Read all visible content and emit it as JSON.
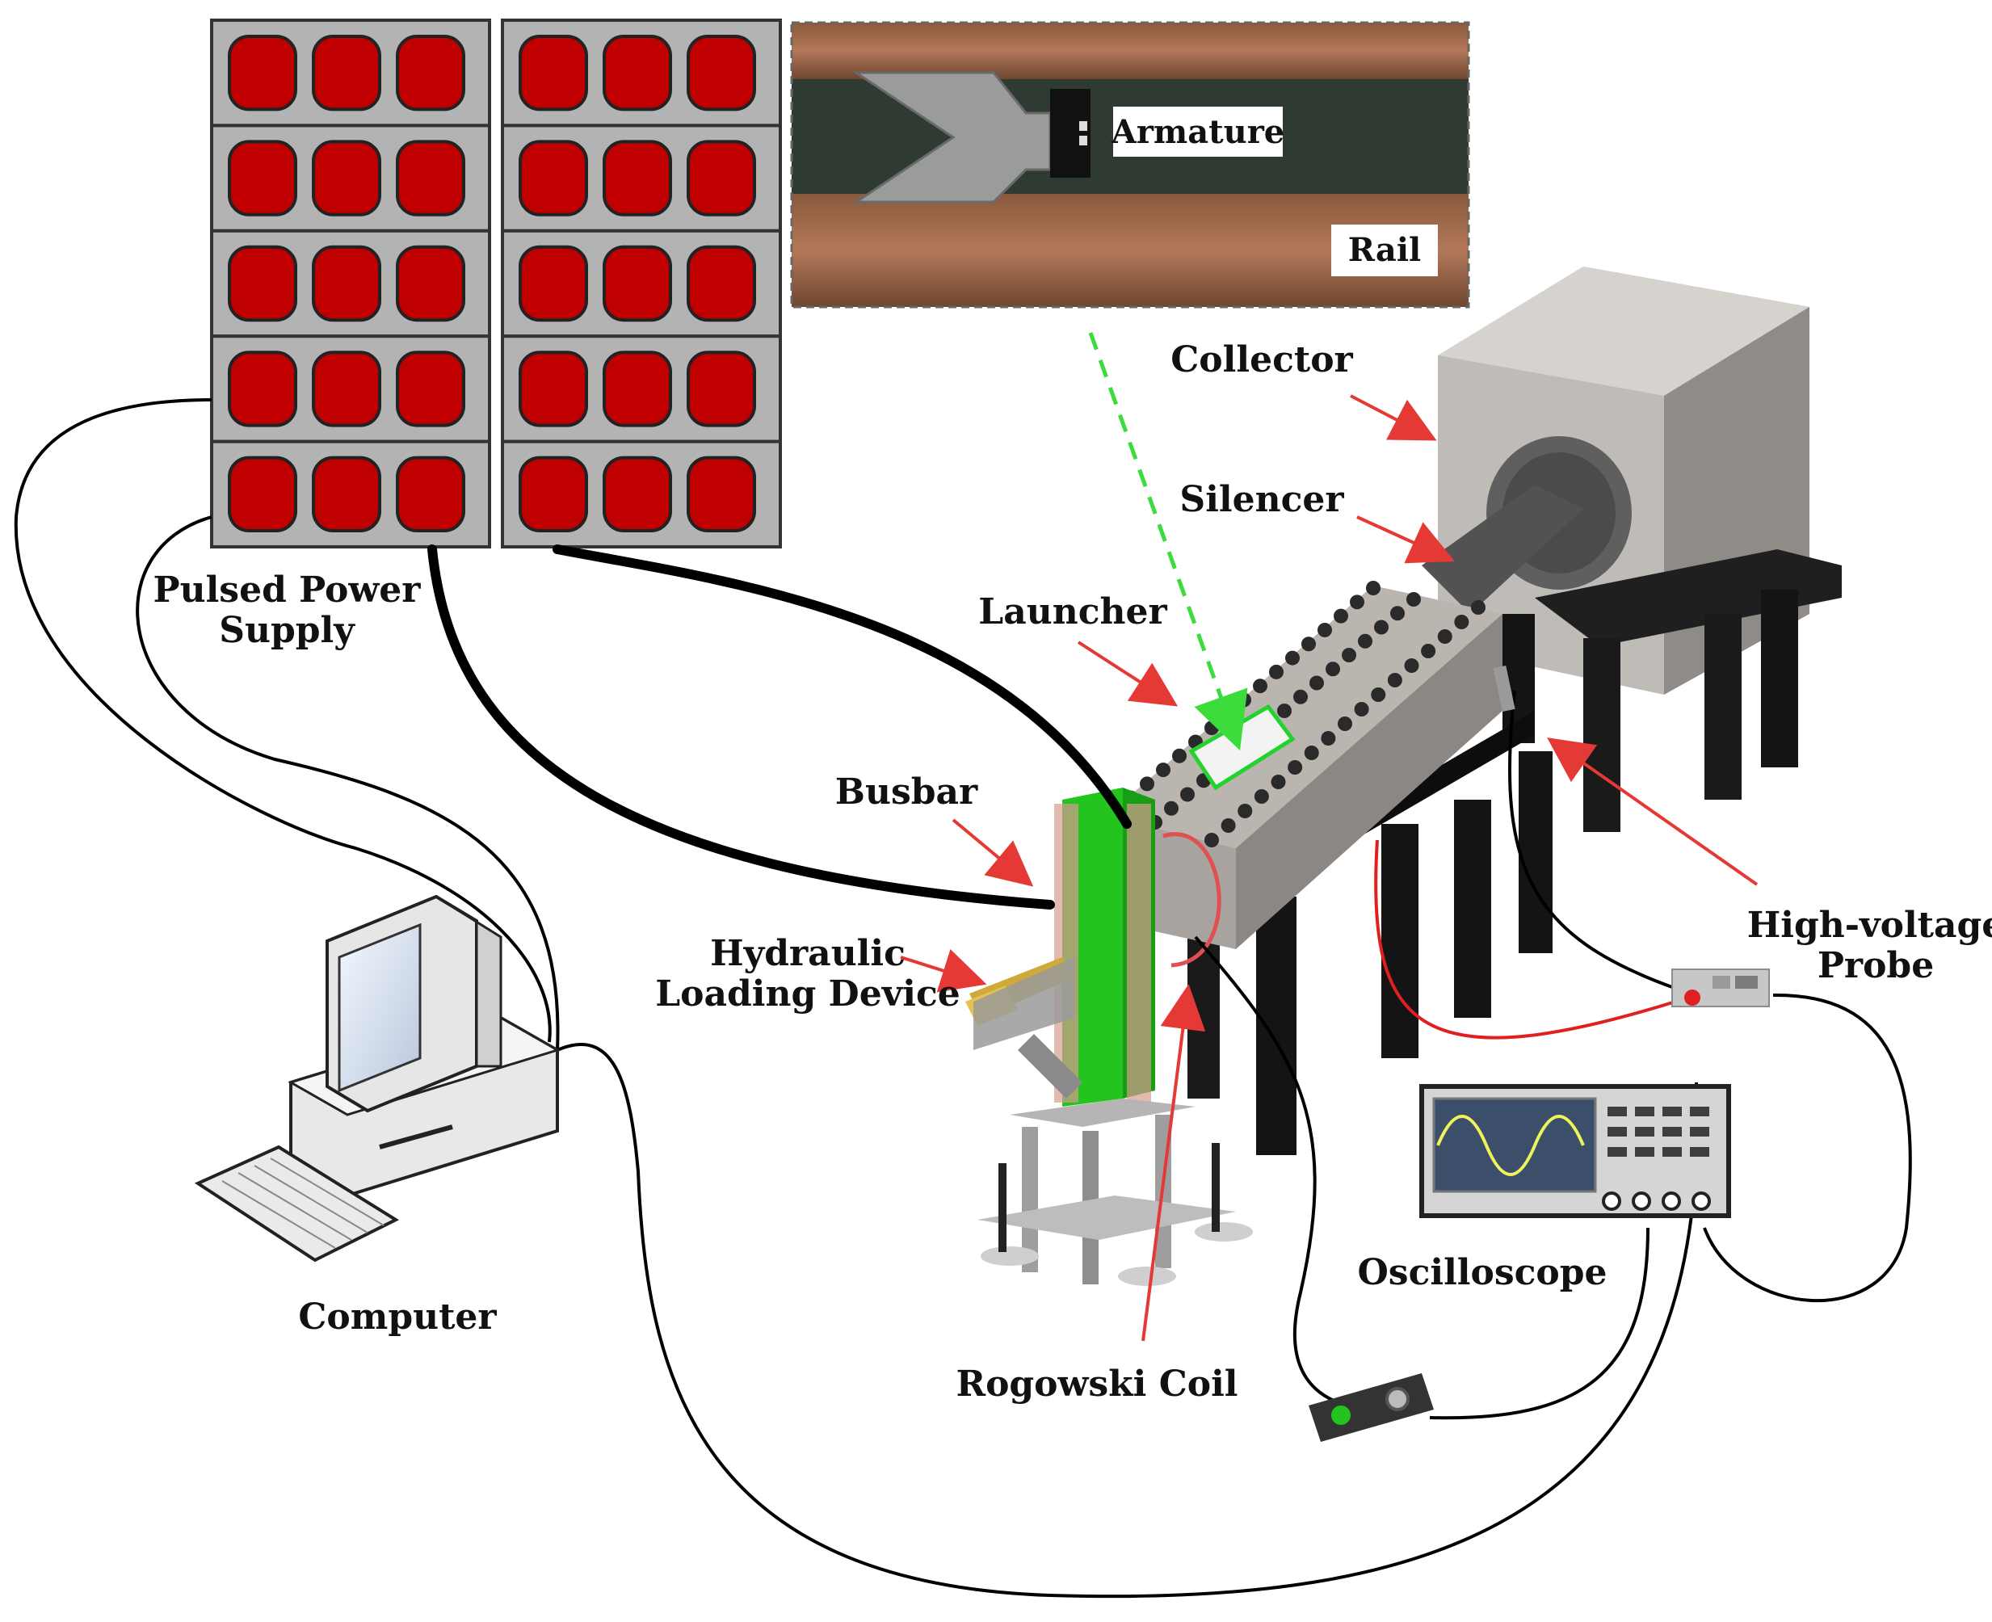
{
  "labels": {
    "armature": "Armature",
    "rail": "Rail",
    "collector": "Collector",
    "silencer": "Silencer",
    "launcher": "Launcher",
    "busbar": "Busbar",
    "hydraulic_1": "Hydraulic",
    "hydraulic_2": "Loading Device",
    "pulsed_1": "Pulsed Power",
    "pulsed_2": "Supply",
    "hv_1": "High-voltage",
    "hv_2": "Probe",
    "oscilloscope": "Oscilloscope",
    "computer": "Computer",
    "rogowski": "Rogowski Coil"
  },
  "colors": {
    "capacitor_red": "#c00000",
    "panel_gray": "#b3b3b3",
    "busbar_green": "#22c41d",
    "arrow_red": "#e53935",
    "beam_dash_green": "#3ddc3d",
    "scope_screen": "#3b4f6b",
    "scope_wave": "#f0f25a",
    "cable_black": "#000000",
    "signal_red": "#e02020"
  },
  "icons": {
    "capacitor": "capacitor-cell-icon",
    "computer": "desktop-computer-icon",
    "oscilloscope": "oscilloscope-icon",
    "probe": "high-voltage-probe-icon",
    "integrator": "signal-integrator-box-icon"
  }
}
